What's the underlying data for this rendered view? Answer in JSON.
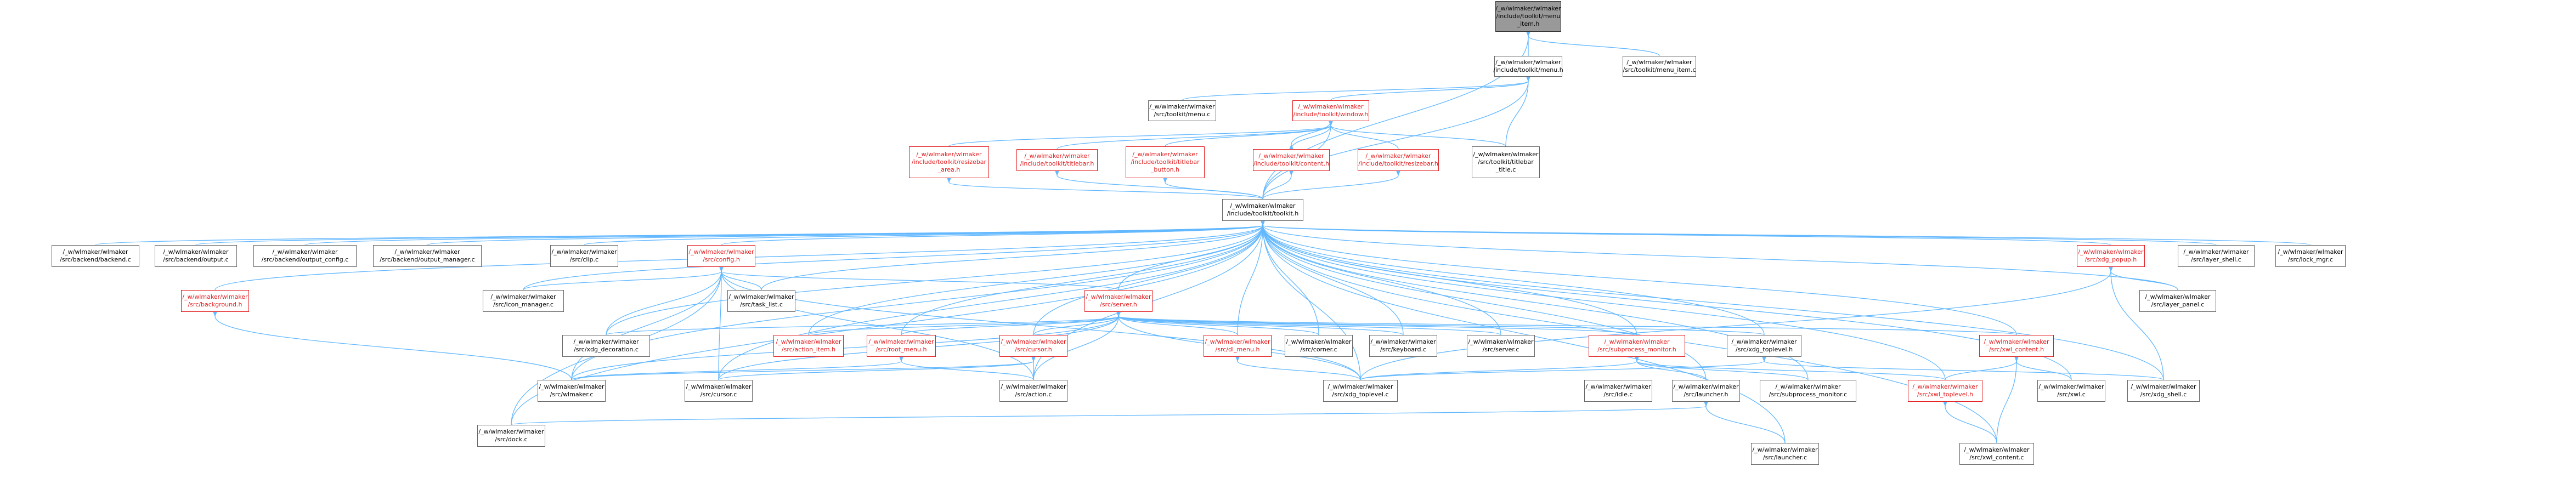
{
  "colors": {
    "edge": "#63b8ff",
    "edge_dark": "#4a90d9",
    "node_border": "#666666",
    "node_border_red": "#e31a1c",
    "selected_fill": "#999999"
  },
  "nodes": {
    "menu_item_h": {
      "lines": [
        "/_w/wlmaker/wlmaker",
        "/include/toolkit/menu",
        "_item.h"
      ]
    },
    "menu_h": {
      "lines": [
        "/_w/wlmaker/wlmaker",
        "/include/toolkit/menu.h"
      ]
    },
    "menu_item_c": {
      "lines": [
        "/_w/wlmaker/wlmaker",
        "/src/toolkit/menu_item.c"
      ]
    },
    "menu_c": {
      "lines": [
        "/_w/wlmaker/wlmaker",
        "/src/toolkit/menu.c"
      ]
    },
    "window_h": {
      "lines": [
        "/_w/wlmaker/wlmaker",
        "/include/toolkit/window.h"
      ]
    },
    "resizebar_area_h": {
      "lines": [
        "/_w/wlmaker/wlmaker",
        "/include/toolkit/resizebar",
        "_area.h"
      ]
    },
    "titlebar_h": {
      "lines": [
        "/_w/wlmaker/wlmaker",
        "/include/toolkit/titlebar.h"
      ]
    },
    "titlebar_button_h": {
      "lines": [
        "/_w/wlmaker/wlmaker",
        "/include/toolkit/titlebar",
        "_button.h"
      ]
    },
    "content_h": {
      "lines": [
        "/_w/wlmaker/wlmaker",
        "/include/toolkit/content.h"
      ]
    },
    "resizebar_h": {
      "lines": [
        "/_w/wlmaker/wlmaker",
        "/include/toolkit/resizebar.h"
      ]
    },
    "titlebar_title_c": {
      "lines": [
        "/_w/wlmaker/wlmaker",
        "/src/toolkit/titlebar",
        "_title.c"
      ]
    },
    "toolkit_h": {
      "lines": [
        "/_w/wlmaker/wlmaker",
        "/include/toolkit/toolkit.h"
      ]
    },
    "backend_c": {
      "lines": [
        "/_w/wlmaker/wlmaker",
        "/src/backend/backend.c"
      ]
    },
    "output_c": {
      "lines": [
        "/_w/wlmaker/wlmaker",
        "/src/backend/output.c"
      ]
    },
    "output_config_c": {
      "lines": [
        "/_w/wlmaker/wlmaker",
        "/src/backend/output_config.c"
      ]
    },
    "output_manager_c": {
      "lines": [
        "/_w/wlmaker/wlmaker",
        "/src/backend/output_manager.c"
      ]
    },
    "clip_c": {
      "lines": [
        "/_w/wlmaker/wlmaker",
        "/src/clip.c"
      ]
    },
    "config_h": {
      "lines": [
        "/_w/wlmaker/wlmaker",
        "/src/config.h"
      ]
    },
    "background_h": {
      "lines": [
        "/_w/wlmaker/wlmaker",
        "/src/background.h"
      ]
    },
    "icon_manager_c": {
      "lines": [
        "/_w/wlmaker/wlmaker",
        "/src/icon_manager.c"
      ]
    },
    "task_list_c": {
      "lines": [
        "/_w/wlmaker/wlmaker",
        "/src/task_list.c"
      ]
    },
    "server_h": {
      "lines": [
        "/_w/wlmaker/wlmaker",
        "/src/server.h"
      ]
    },
    "xdg_decoration_c": {
      "lines": [
        "/_w/wlmaker/wlmaker",
        "/src/xdg_decoration.c"
      ]
    },
    "action_item_h": {
      "lines": [
        "/_w/wlmaker/wlmaker",
        "/src/action_item.h"
      ]
    },
    "root_menu_h": {
      "lines": [
        "/_w/wlmaker/wlmaker",
        "/src/root_menu.h"
      ]
    },
    "cursor_h": {
      "lines": [
        "/_w/wlmaker/wlmaker",
        "/src/cursor.h"
      ]
    },
    "dl_menu_h": {
      "lines": [
        "/_w/wlmaker/wlmaker",
        "/src/dl_menu.h"
      ]
    },
    "corner_c": {
      "lines": [
        "/_w/wlmaker/wlmaker",
        "/src/corner.c"
      ]
    },
    "keyboard_c": {
      "lines": [
        "/_w/wlmaker/wlmaker",
        "/src/keyboard.c"
      ]
    },
    "server_c": {
      "lines": [
        "/_w/wlmaker/wlmaker",
        "/src/server.c"
      ]
    },
    "subprocess_monitor_h": {
      "lines": [
        "/_w/wlmaker/wlmaker",
        "/src/subprocess_monitor.h"
      ]
    },
    "xdg_toplevel_h": {
      "lines": [
        "/_w/wlmaker/wlmaker",
        "/src/xdg_toplevel.h"
      ]
    },
    "xdg_popup_h": {
      "lines": [
        "/_w/wlmaker/wlmaker",
        "/src/xdg_popup.h"
      ]
    },
    "layer_shell_c": {
      "lines": [
        "/_w/wlmaker/wlmaker",
        "/src/layer_shell.c"
      ]
    },
    "lock_mgr_c": {
      "lines": [
        "/_w/wlmaker/wlmaker",
        "/src/lock_mgr.c"
      ]
    },
    "layer_panel_c": {
      "lines": [
        "/_w/wlmaker/wlmaker",
        "/src/layer_panel.c"
      ]
    },
    "xwl_content_h": {
      "lines": [
        "/_w/wlmaker/wlmaker",
        "/src/xwl_content.h"
      ]
    },
    "wlmaker_c": {
      "lines": [
        "/_w/wlmaker/wlmaker",
        "/src/wlmaker.c"
      ]
    },
    "cursor_c": {
      "lines": [
        "/_w/wlmaker/wlmaker",
        "/src/cursor.c"
      ]
    },
    "action_c": {
      "lines": [
        "/_w/wlmaker/wlmaker",
        "/src/action.c"
      ]
    },
    "xdg_toplevel_c": {
      "lines": [
        "/_w/wlmaker/wlmaker",
        "/src/xdg_toplevel.c"
      ]
    },
    "idle_c": {
      "lines": [
        "/_w/wlmaker/wlmaker",
        "/src/idle.c"
      ]
    },
    "launcher_h": {
      "lines": [
        "/_w/wlmaker/wlmaker",
        "/src/launcher.h"
      ]
    },
    "subprocess_monitor_c": {
      "lines": [
        "/_w/wlmaker/wlmaker",
        "/src/subprocess_monitor.c"
      ]
    },
    "xwl_toplevel_h": {
      "lines": [
        "/_w/wlmaker/wlmaker",
        "/src/xwl_toplevel.h"
      ]
    },
    "xwl_c": {
      "lines": [
        "/_w/wlmaker/wlmaker",
        "/src/xwl.c"
      ]
    },
    "xdg_shell_c": {
      "lines": [
        "/_w/wlmaker/wlmaker",
        "/src/xdg_shell.c"
      ]
    },
    "dock_c": {
      "lines": [
        "/_w/wlmaker/wlmaker",
        "/src/dock.c"
      ]
    },
    "launcher_c": {
      "lines": [
        "/_w/wlmaker/wlmaker",
        "/src/launcher.c"
      ]
    },
    "xwl_content_c": {
      "lines": [
        "/_w/wlmaker/wlmaker",
        "/src/xwl_content.c"
      ]
    }
  }
}
